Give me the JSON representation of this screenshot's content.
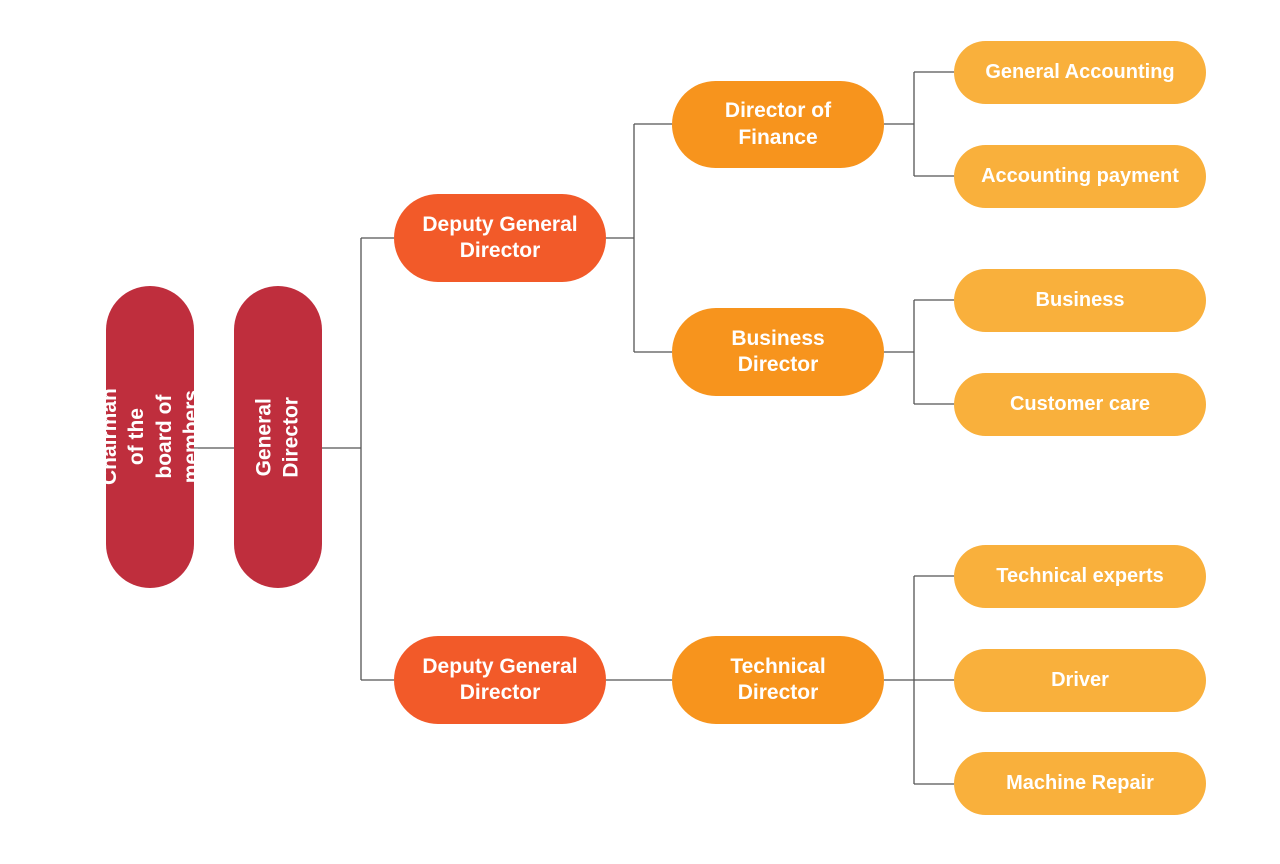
{
  "chart": {
    "chairman": "Chairman of the\nboard of members",
    "general_director": "General Director",
    "deputy_top": "Deputy General\nDirector",
    "deputy_bottom": "Deputy General\nDirector",
    "director_finance": "Director of\nFinance",
    "business_director": "Business\nDirector",
    "technical_director": "Technical\nDirector",
    "general_accounting": "General Accounting",
    "accounting_payment": "Accounting payment",
    "business": "Business",
    "customer_care": "Customer care",
    "technical_experts": "Technical experts",
    "driver": "Driver",
    "machine_repair": "Machine Repair"
  },
  "colors": {
    "level0": "#bf2e3d",
    "level1": "#f25a29",
    "level2": "#f7941d",
    "level3": "#f9b03c",
    "connector": "#555555"
  }
}
